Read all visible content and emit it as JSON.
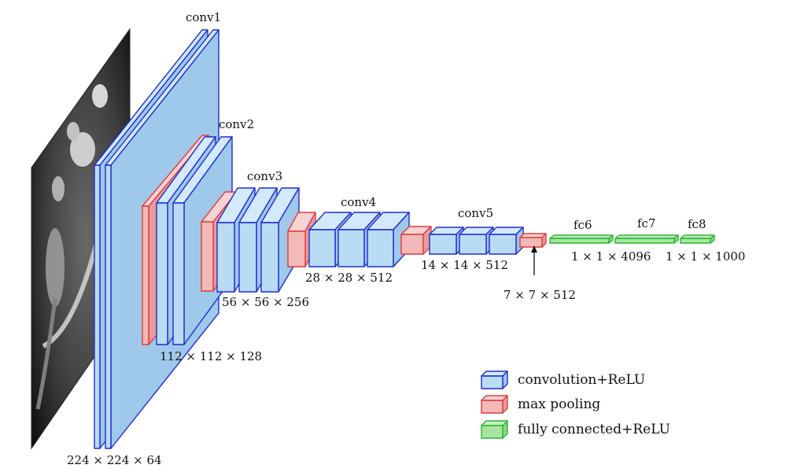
{
  "colors": {
    "conv_face": "#b9dcf4",
    "conv_side": "#9fc9ea",
    "conv_top": "#d2eafb",
    "conv_stroke": "#1f2bd6",
    "pool_face": "#f2b9b9",
    "pool_side": "#e79c9c",
    "pool_top": "#f8d3d3",
    "pool_stroke": "#e03b3b",
    "fc_face": "#a9e3a4",
    "fc_side": "#8fd58a",
    "fc_top": "#c8f0c4",
    "fc_stroke": "#29b52d"
  },
  "input_image": {
    "icon": "grayscale-input-image"
  },
  "layer_labels": {
    "conv1": "conv1",
    "conv2": "conv2",
    "conv3": "conv3",
    "conv4": "conv4",
    "conv5": "conv5",
    "fc6": "fc6",
    "fc7": "fc7",
    "fc8": "fc8"
  },
  "dimension_labels": {
    "conv1": "224 × 224 × 64",
    "conv2": "112 × 112 × 128",
    "conv3": "56 × 56 × 256",
    "conv4": "28 × 28 × 512",
    "conv5": "14 × 14 × 512",
    "pool5": "7 × 7 × 512",
    "fc6_fc7": "1 × 1 × 4096",
    "fc8": "1 × 1 × 1000"
  },
  "legend": {
    "items": [
      {
        "type": "conv",
        "label": "convolution+ReLU"
      },
      {
        "type": "pool",
        "label": "max pooling"
      },
      {
        "type": "fc",
        "label": "fully connected+ReLU"
      }
    ]
  }
}
